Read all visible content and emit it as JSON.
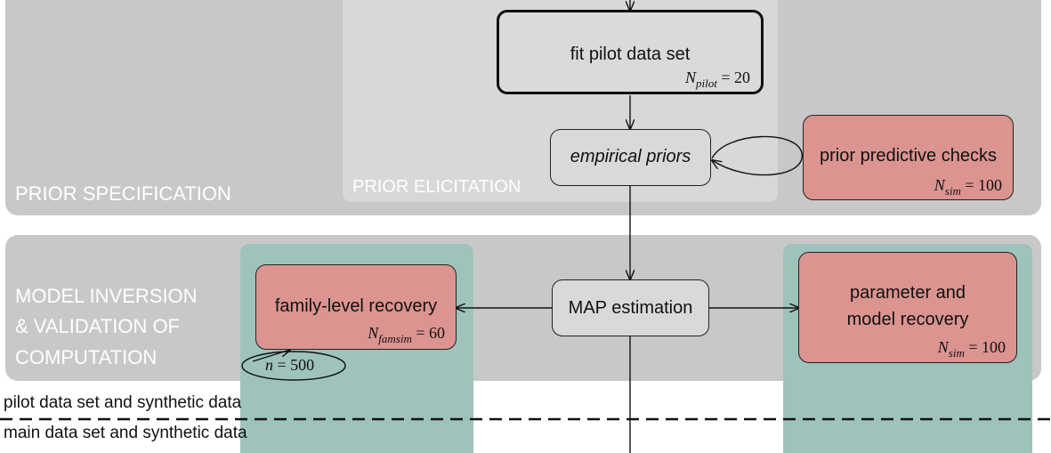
{
  "sections": {
    "prior_specification": "PRIOR SPECIFICATION",
    "prior_elicitation": "PRIOR ELICITATION",
    "model_inversion_lines": [
      "MODEL INVERSION",
      "& VALIDATION OF",
      "COMPUTATION"
    ]
  },
  "nodes": {
    "fit_pilot": {
      "title": "fit pilot data set",
      "sym": "N",
      "sub": "pilot",
      "val": "= 20"
    },
    "empirical_priors": {
      "title": "empirical priors"
    },
    "prior_checks": {
      "title": "prior predictive checks",
      "sym": "N",
      "sub": "sim",
      "val": "= 100"
    },
    "map": {
      "title": "MAP estimation"
    },
    "family_recovery": {
      "title": "family-level recovery",
      "sym": "N",
      "sub": "famsim",
      "val": "= 60"
    },
    "param_recovery": {
      "title_lines": [
        "parameter and",
        "model recovery"
      ],
      "sym": "N",
      "sub": "sim",
      "val": "= 100"
    }
  },
  "loop_label": {
    "sym": "n",
    "val": "= 500"
  },
  "data_labels": {
    "pilot": "pilot data set and synthetic data",
    "main": "main data set and synthetic data"
  }
}
